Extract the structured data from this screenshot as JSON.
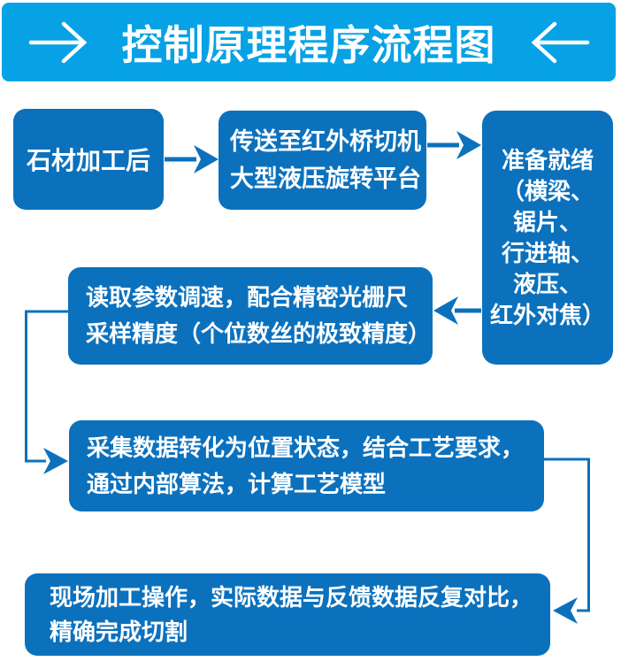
{
  "header": {
    "title": "控制原理程序流程图",
    "left_icon": "arrow-right-icon",
    "right_icon": "arrow-left-icon"
  },
  "colors": {
    "header_bg": "#07a2e5",
    "node_bg": "#0b71bd",
    "arrow": "#0b71bd",
    "text": "#ffffff",
    "page_bg": "#ffffff"
  },
  "nodes": [
    {
      "id": "stone-processed",
      "lines": [
        "石材加工后"
      ]
    },
    {
      "id": "transfer-platform",
      "lines": [
        "传送至红外桥切机",
        "大型液压旋转平台"
      ]
    },
    {
      "id": "ready-check",
      "lines": [
        "准备就绪",
        "（横梁、",
        "锯片、",
        "行进轴、",
        "液压、",
        "红外对焦）"
      ]
    },
    {
      "id": "read-parameters",
      "lines": [
        "读取参数调速，配合精密光栅尺",
        "采样精度（个位数丝的极致精度）"
      ]
    },
    {
      "id": "collect-data",
      "lines": [
        "采集数据转化为位置状态，结合工艺要求，",
        "通过内部算法，计算工艺模型"
      ]
    },
    {
      "id": "onsite-cutting",
      "lines": [
        "现场加工操作，实际数据与反馈数据反复对比，",
        "精确完成切割"
      ]
    }
  ]
}
